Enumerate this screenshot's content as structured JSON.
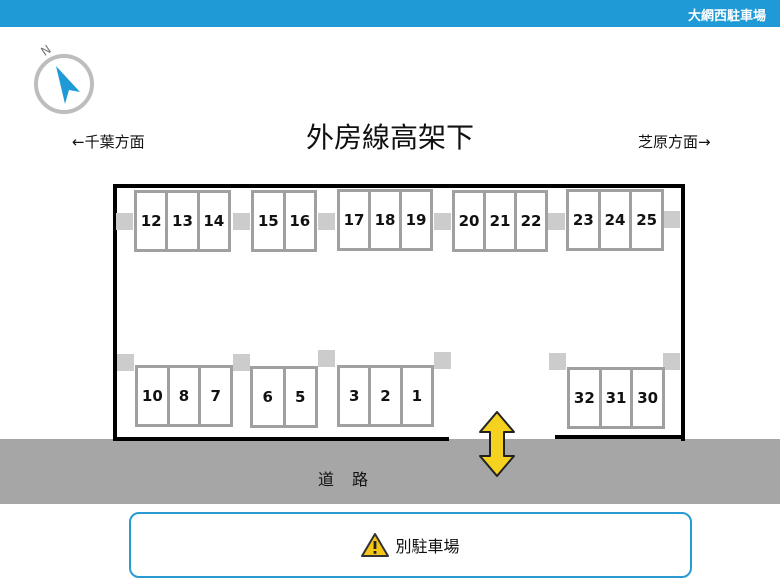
{
  "header": {
    "title": "大網西駐車場"
  },
  "compass": {
    "north_label": "N",
    "icon": "compass-icon"
  },
  "directions": {
    "left": "←千葉方面",
    "right": "芝原方面→"
  },
  "main_title": "外房線高架下",
  "road": {
    "label": "道路"
  },
  "spaces": {
    "top": [
      [
        "12",
        "13",
        "14"
      ],
      [
        "15",
        "16"
      ],
      [
        "17",
        "18",
        "19"
      ],
      [
        "20",
        "21",
        "22"
      ],
      [
        "23",
        "24",
        "25"
      ]
    ],
    "bottom": [
      [
        "10",
        "8",
        "7"
      ],
      [
        "6",
        "5"
      ],
      [
        "3",
        "2",
        "1"
      ],
      [
        "32",
        "31",
        "30"
      ]
    ]
  },
  "entrance": {
    "icon": "double-arrow-icon",
    "color": "#f5d21f"
  },
  "other_lot": {
    "label": "別駐車場",
    "icon": "warning-icon"
  },
  "colors": {
    "header": "#1f9ad6",
    "road": "#a6a6a6",
    "pillar": "#cccccc",
    "border_accent": "#2a9bd0"
  }
}
